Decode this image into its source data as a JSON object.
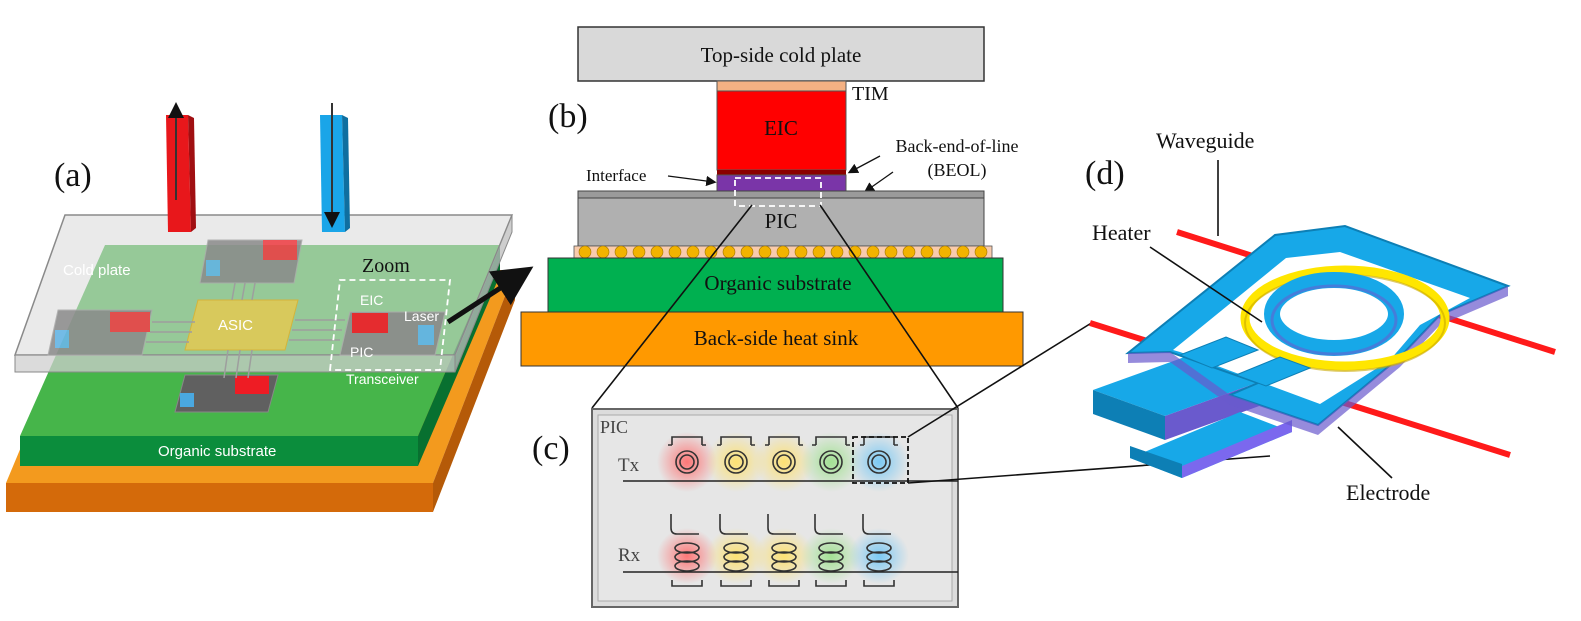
{
  "panel_a": {
    "label": "(a)",
    "cold_plate": "Cold plate",
    "asic": "ASIC",
    "zoom": "Zoom",
    "eic": "EIC",
    "laser": "Laser",
    "pic": "PIC",
    "transceiver": "Transceiver",
    "organic_substrate": "Organic substrate"
  },
  "panel_b": {
    "label": "(b)",
    "top_side_cold_plate": "Top-side cold plate",
    "tim": "TIM",
    "eic": "EIC",
    "beol_line1": "Back-end-of-line",
    "beol_line2": "(BEOL)",
    "interface": "Interface",
    "pic": "PIC",
    "organic_substrate": "Organic substrate",
    "back_side_heat_sink": "Back-side heat sink"
  },
  "panel_c": {
    "label": "(c)",
    "pic": "PIC",
    "tx": "Tx",
    "rx": "Rx"
  },
  "panel_d": {
    "label": "(d)",
    "waveguide": "Waveguide",
    "heater": "Heater",
    "electrode": "Electrode"
  },
  "colors": {
    "hot_flow": "#e8171b",
    "cold_flow": "#1aa5e8",
    "eic": "#ff0000",
    "beol": "#7a35a8",
    "organic_substrate": "#00b050",
    "heat_sink": "#ff9900",
    "ring_blue": "#17a8e8",
    "heater_yellow": "#ffe600",
    "waveguide_red": "#ff1a1a"
  }
}
